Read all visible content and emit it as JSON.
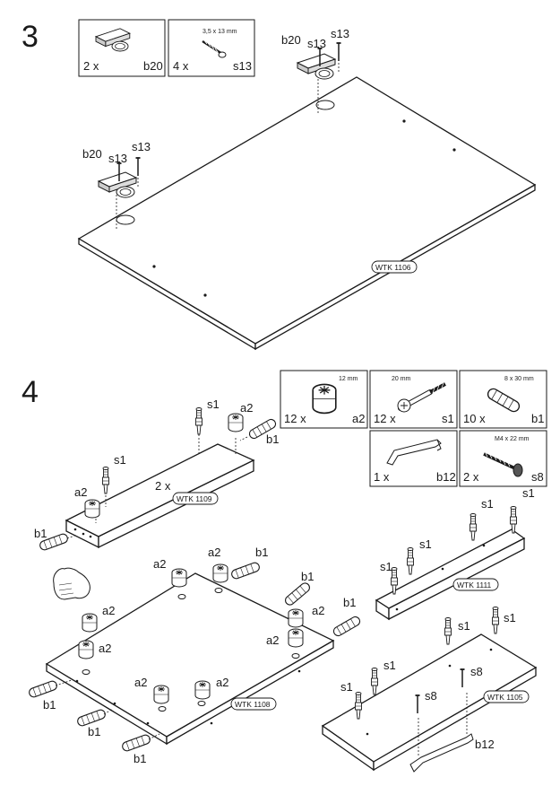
{
  "step3": {
    "number": "3",
    "parts": [
      {
        "qty": "2 x",
        "code": "b20",
        "icon": "hinge-icon"
      },
      {
        "qty": "4 x",
        "code": "s13",
        "size": "3,5 x 13 mm",
        "icon": "screw-icon"
      }
    ],
    "callouts": {
      "b20": "b20",
      "s13": "s13"
    },
    "panel_tag": "WTK 1106"
  },
  "step4": {
    "number": "4",
    "parts": [
      {
        "qty": "12 x",
        "code": "a2",
        "size": "12 mm",
        "icon": "cam-lock-icon"
      },
      {
        "qty": "12 x",
        "code": "s1",
        "size": "20 mm",
        "icon": "cam-bolt-icon"
      },
      {
        "qty": "10 x",
        "code": "b1",
        "size": "8 x 30 mm",
        "icon": "dowel-icon"
      },
      {
        "qty": "1 x",
        "code": "b12",
        "icon": "handle-icon"
      },
      {
        "qty": "2 x",
        "code": "s8",
        "size": "M4 x 22 mm",
        "icon": "machine-screw-icon"
      }
    ],
    "multiplier": "2 x",
    "callouts": {
      "a2": "a2",
      "s1": "s1",
      "b1": "b1",
      "s8": "s8",
      "b12": "b12"
    },
    "panel_tags": {
      "p1": "WTK 1109",
      "p2": "WTK 1108",
      "p3": "WTK 1111",
      "p4": "WTK 1105"
    }
  }
}
